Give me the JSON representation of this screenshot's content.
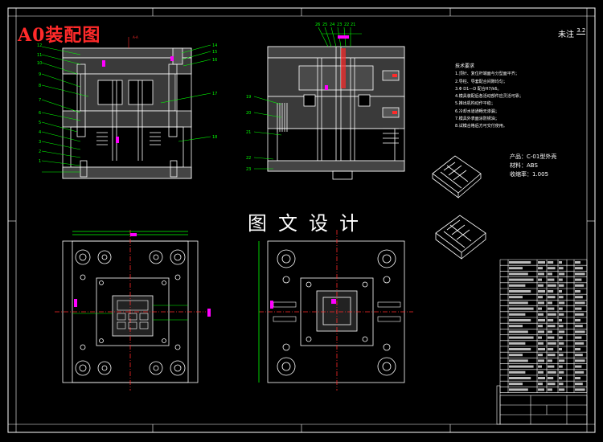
{
  "title": "A0装配图",
  "watermark": "图文设计",
  "roughness": {
    "label": "未注",
    "value": "3.2"
  },
  "notes": {
    "heading": "技术要求",
    "lines": [
      "1.顶针、复位杆端面与分型面平齐；",
      "2.导柱、导套配合间隙均匀；",
      "3.Φ D1—D 配合H7/k6。",
      "4.模具装配后各活动部件应灵活可靠；",
      "5.推出机构动作平稳；",
      "6.冷却水道通畅无渗漏；",
      "7.模具外表面涂防锈油；",
      "8.试模合格后方可交付使用。"
    ]
  },
  "product": {
    "name": "产品：C-01型外壳",
    "material": "材料：ABS",
    "shrink": "收缩率：1.005"
  },
  "colors": {
    "line": "#ffffff",
    "accent": "#00ff00",
    "dim": "#ff00ff",
    "red": "#ff2a2a",
    "yellow": "#ffff00",
    "cyan": "#00ffff"
  },
  "bom": {
    "rows": 23
  }
}
